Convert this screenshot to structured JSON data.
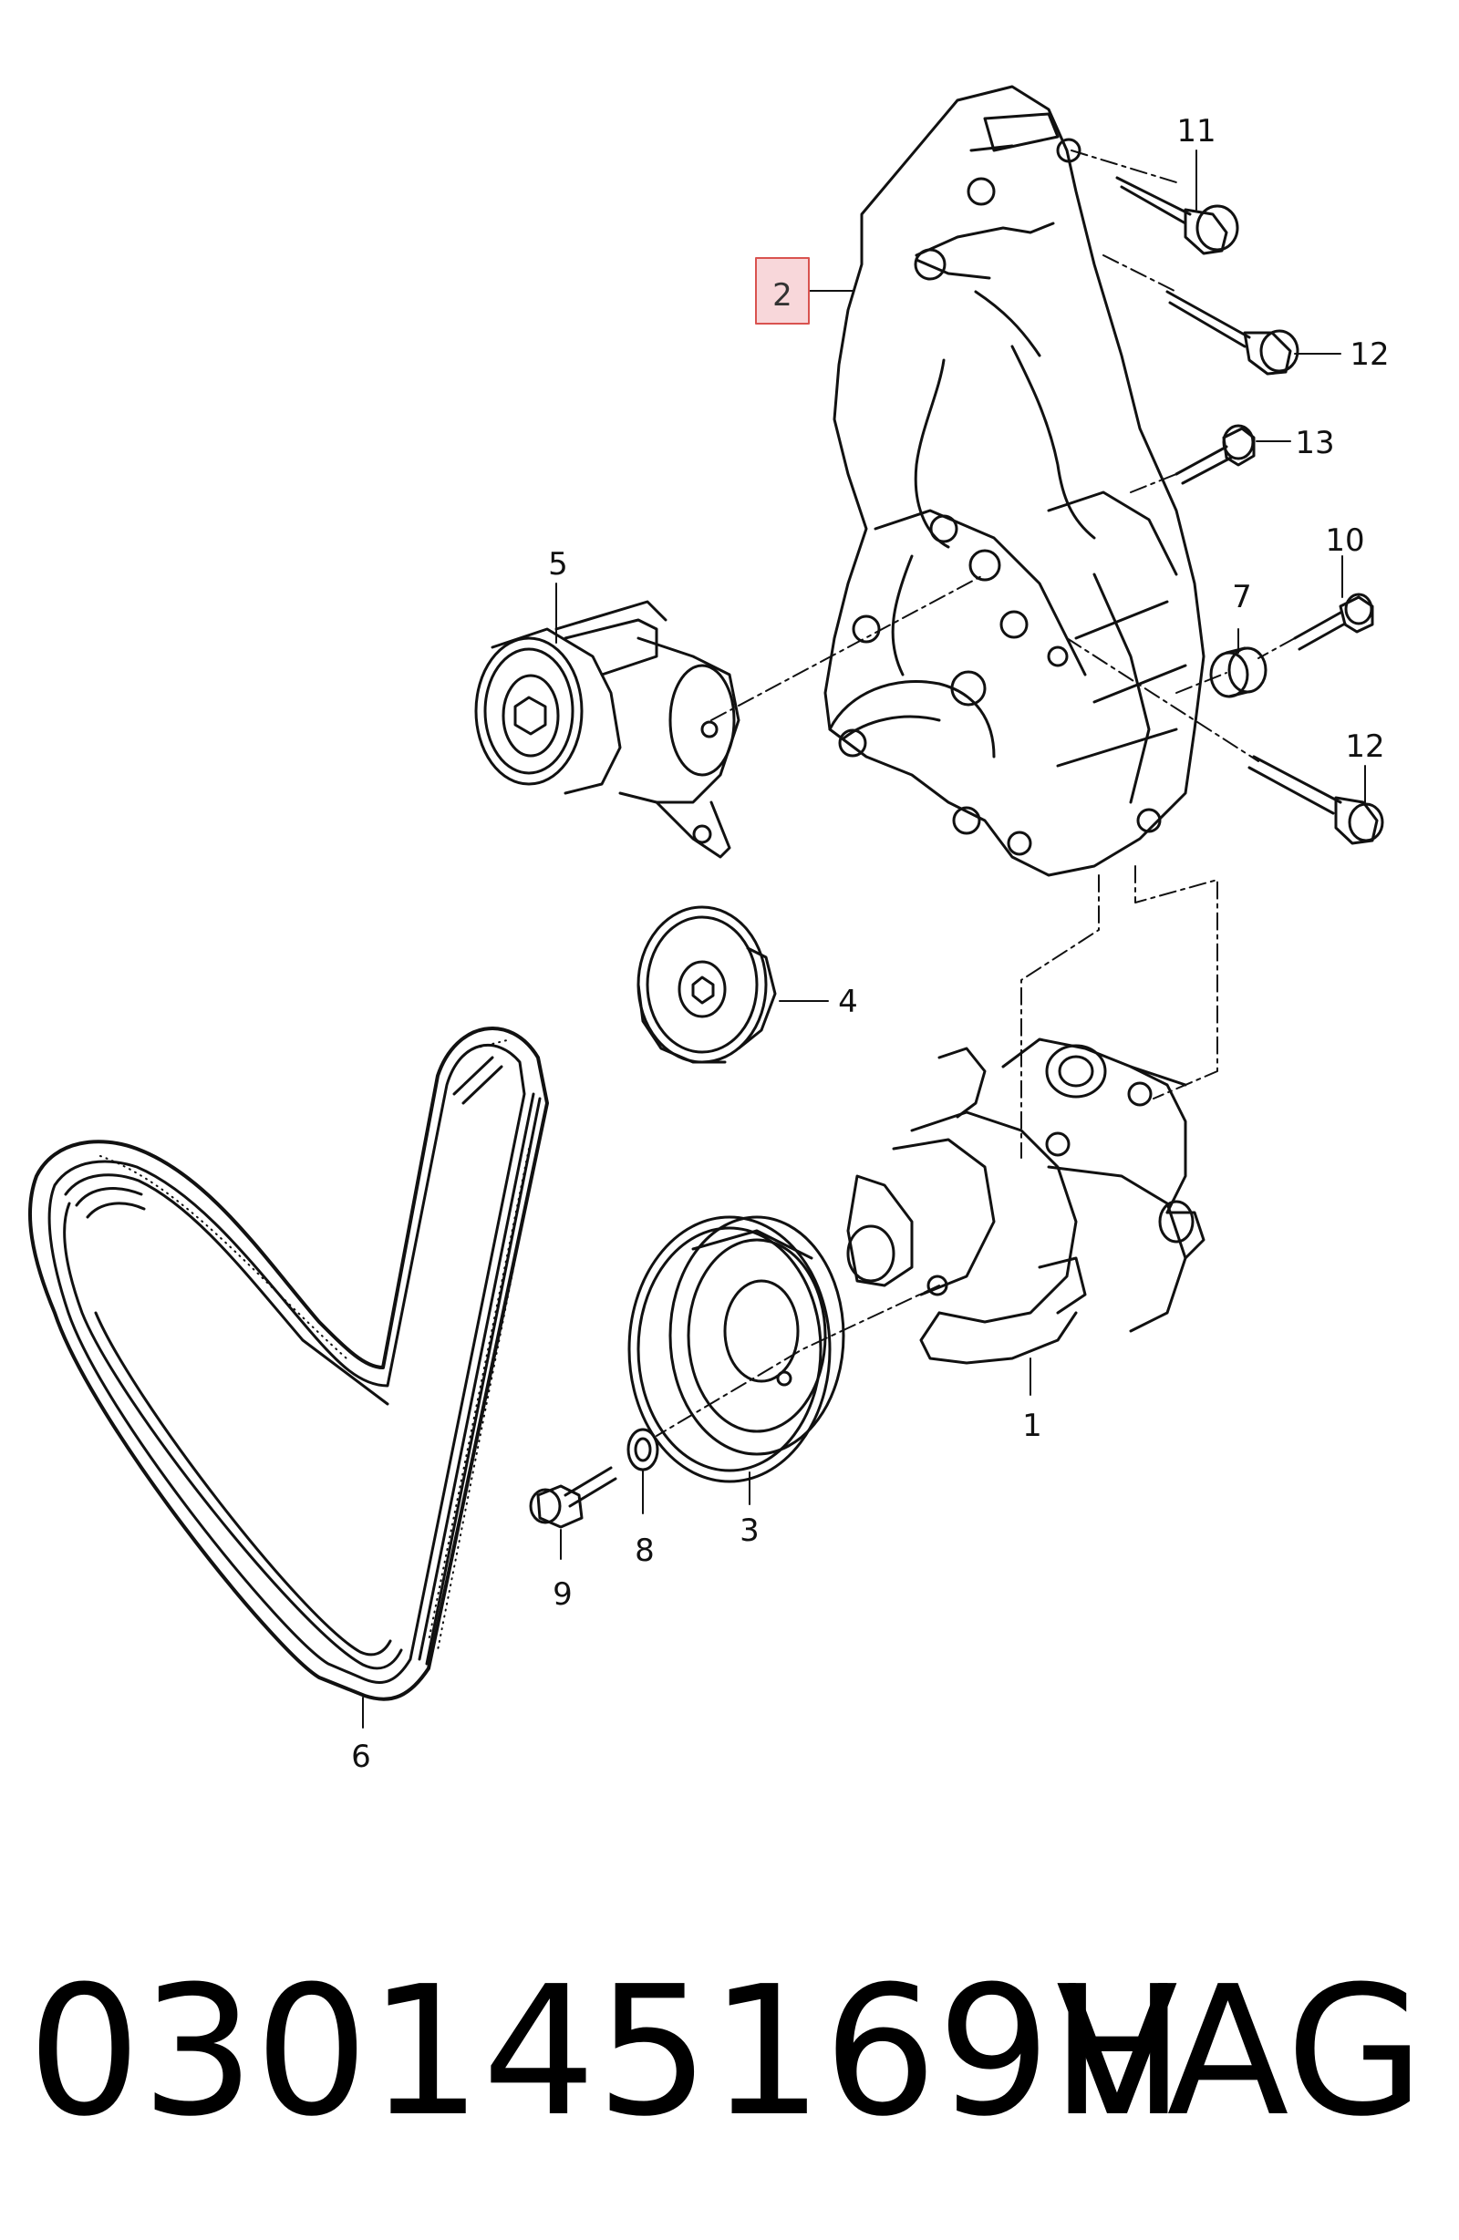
{
  "diagram": {
    "callouts": {
      "c1": "1",
      "c2": "2",
      "c3": "3",
      "c4": "4",
      "c5": "5",
      "c6": "6",
      "c7": "7",
      "c8": "8",
      "c9": "9",
      "c10": "10",
      "c11": "11",
      "c12a": "12",
      "c12b": "12",
      "c13": "13"
    },
    "highlight_color": "#f8d7da",
    "highlight_border": "#d9534f"
  },
  "footer": {
    "part_number": "030145169H",
    "brand": "VAG"
  }
}
